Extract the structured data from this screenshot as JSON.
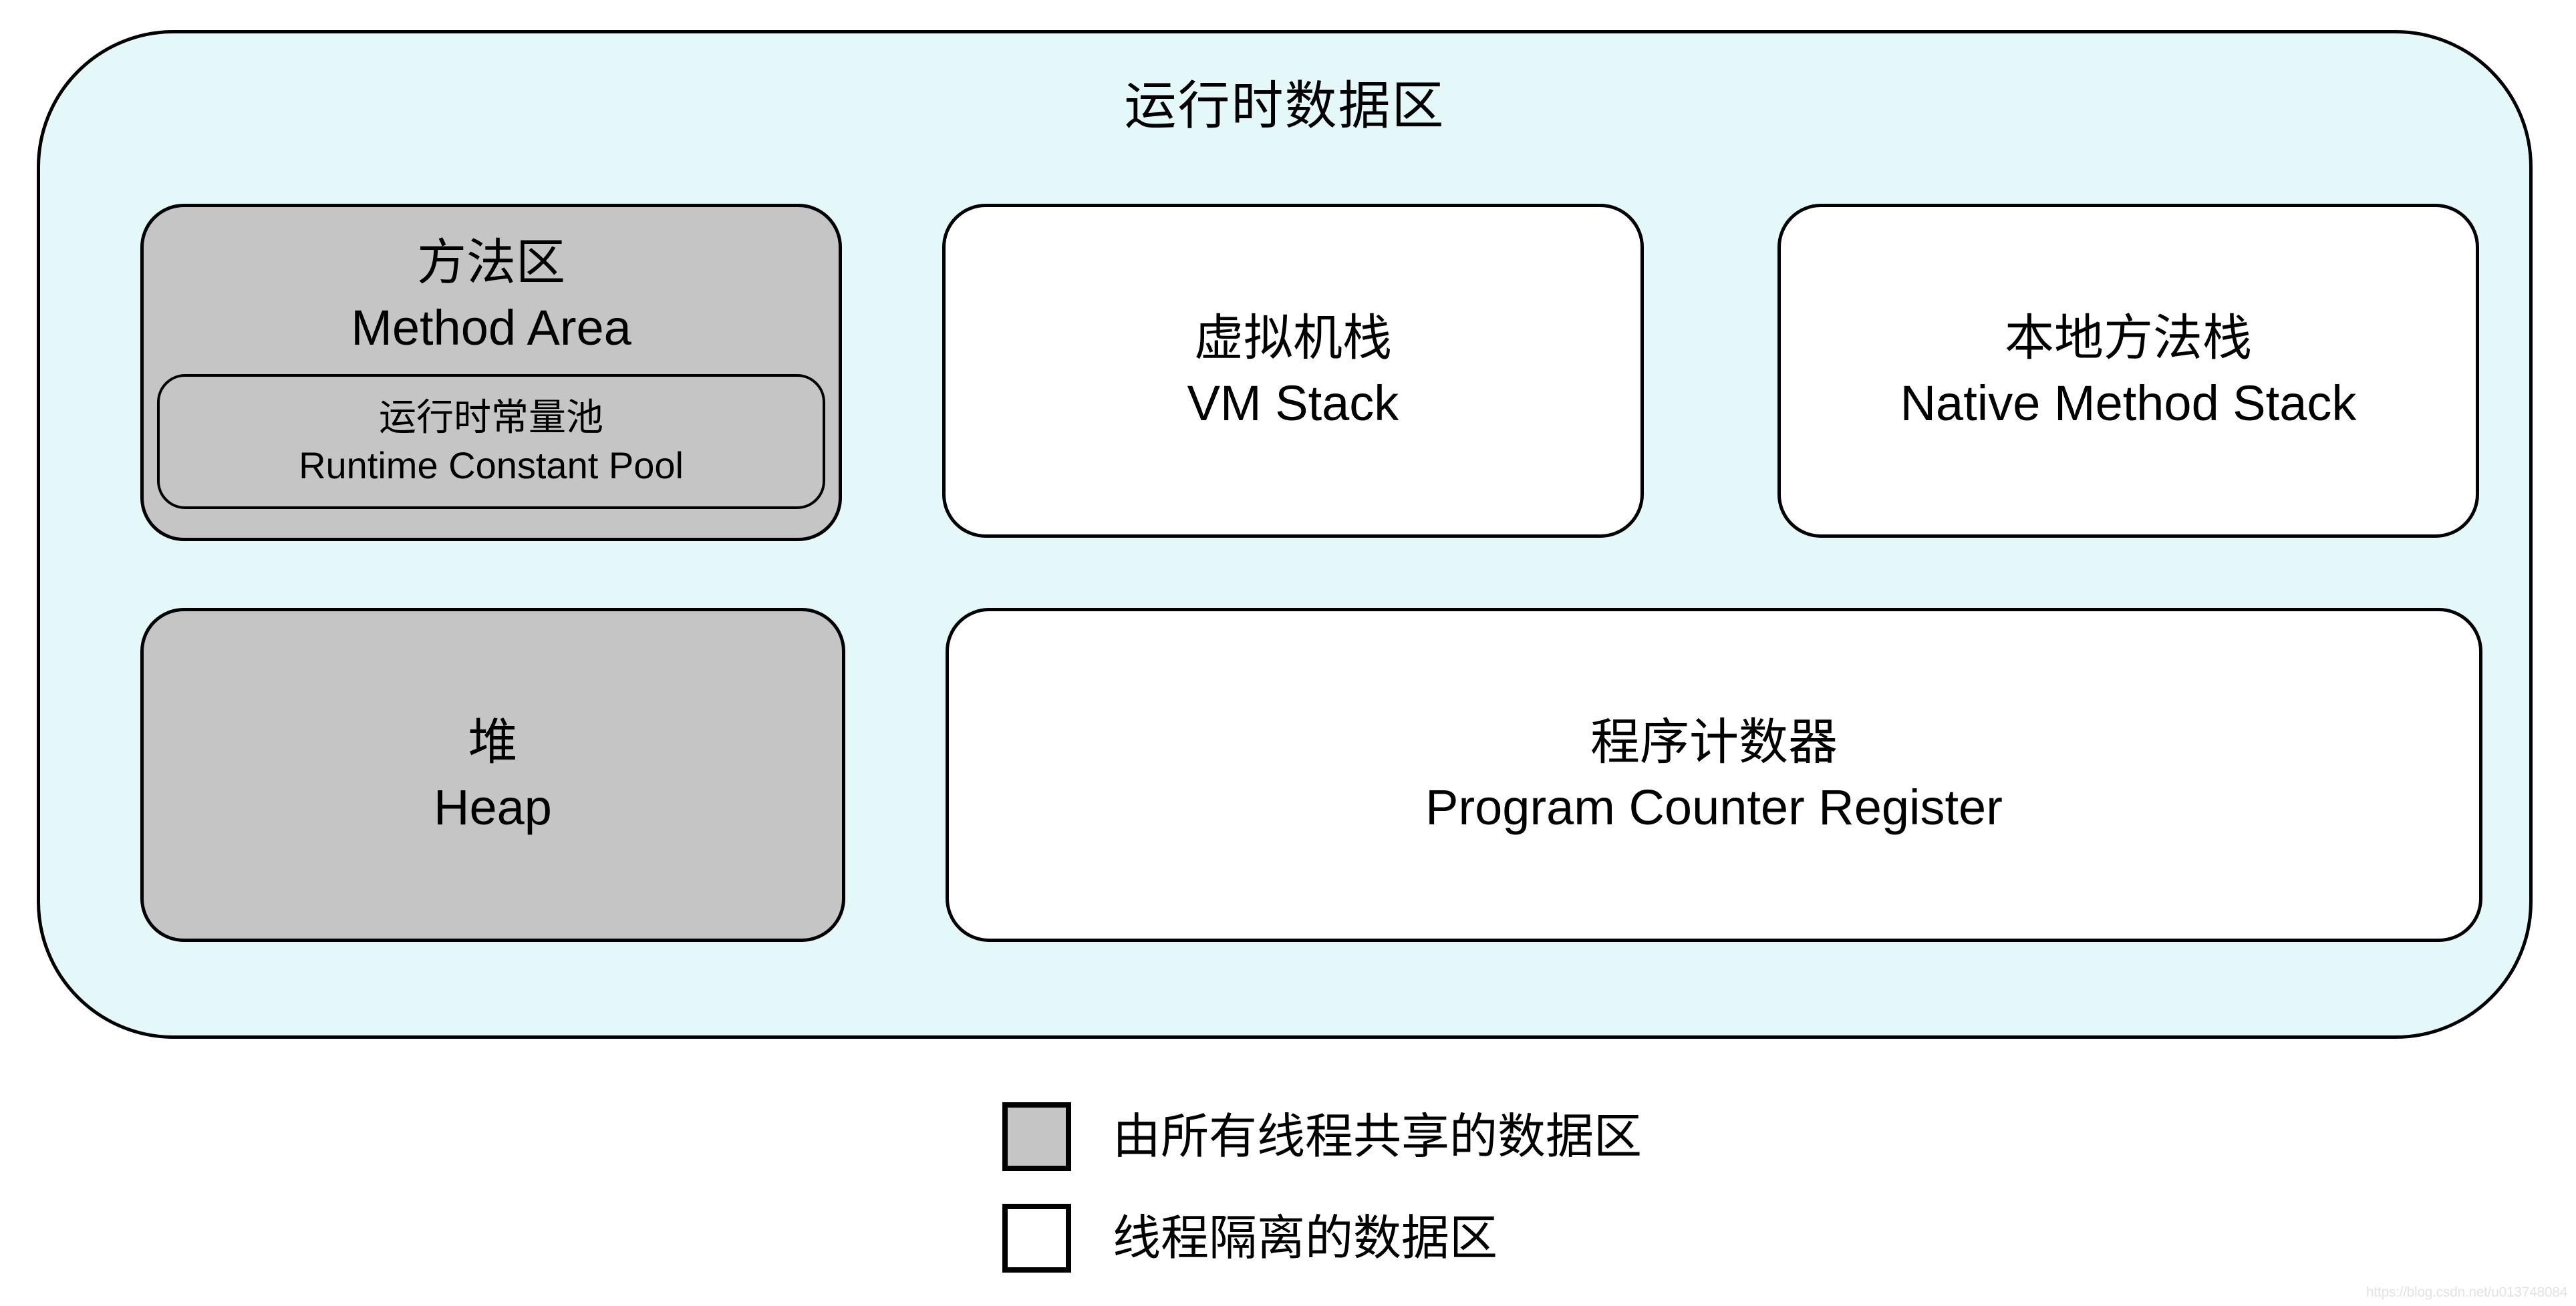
{
  "colors": {
    "container-bg": "#E4F8F9",
    "shared-bg": "#C5C5C5",
    "isolated-bg": "#FFFFFF",
    "line": "#000000",
    "watermark": "#E2E2E2"
  },
  "diagram": {
    "title": "运行时数据区",
    "boxes": {
      "method_area": {
        "zh": "方法区",
        "en": "Method Area"
      },
      "runtime_constant_pool": {
        "zh": "运行时常量池",
        "en": "Runtime Constant Pool"
      },
      "vm_stack": {
        "zh": "虚拟机栈",
        "en": "VM Stack"
      },
      "native_method_stack": {
        "zh": "本地方法栈",
        "en": "Native Method Stack"
      },
      "heap": {
        "zh": "堆",
        "en": "Heap"
      },
      "program_counter_register": {
        "zh": "程序计数器",
        "en": "Program Counter Register"
      }
    }
  },
  "legend": {
    "items": [
      {
        "label": "由所有线程共享的数据区"
      },
      {
        "label": "线程隔离的数据区"
      }
    ]
  },
  "watermark": "https://blog.csdn.net/u013748084"
}
